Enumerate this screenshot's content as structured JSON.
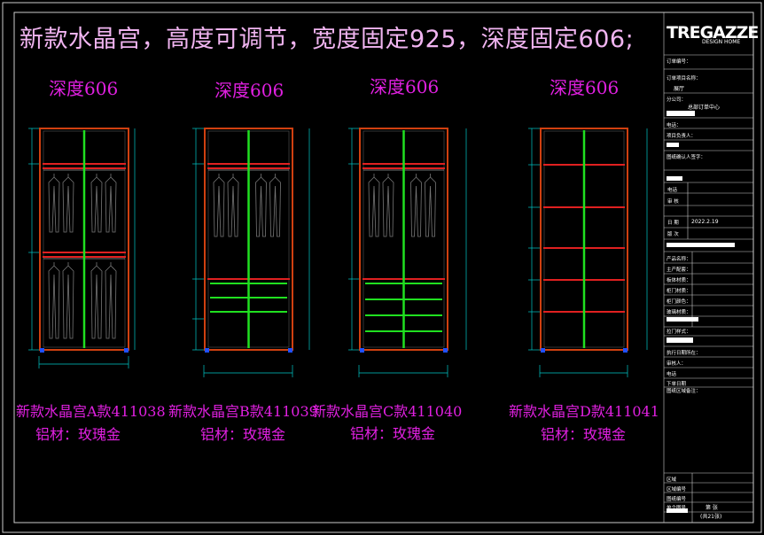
{
  "title": "新款水晶宫，高度可调节，宽度固定925，深度固定606;",
  "depth_labels": [
    "深度606",
    "深度606",
    "深度606",
    "深度606"
  ],
  "models": [
    {
      "name": "新款水晶宫A款411038",
      "material": "铝材：玫瑰金"
    },
    {
      "name": "新款水晶宫B款411039",
      "material": "铝材：玫瑰金"
    },
    {
      "name": "新款水晶宫C款411040",
      "material": "铝材：玫瑰金"
    },
    {
      "name": "新款水晶宫D款411041",
      "material": "铝材：玫瑰金"
    }
  ],
  "logo": {
    "brand": "TREGAZZE",
    "sub": "DESIGN HOME"
  },
  "title_block": {
    "order_no_label": "订单编号：",
    "project_label": "订单项目名称：",
    "project_value": "展厅",
    "company_label": "分公司：",
    "company_value": "总部订单中心",
    "phone_label": "电话：",
    "contact_label": "项目负责人：",
    "designer_label": "图纸确认人签字：",
    "tel_label": "电话",
    "review_label": "审 核",
    "date_label": "日 期",
    "date_value": "2022.2.19",
    "version_label": "版 次",
    "product_label": "产品名称：",
    "color_label": "主产配套：",
    "board_label": "板体材质：",
    "door_label": "柜门材质：",
    "door_color_label": "柜门颜色：",
    "glass_label": "玻璃材质：",
    "handle_label": "拉门样式：",
    "exec_label": "执行日期所在：",
    "reviewer_label": "审核人：",
    "tel2_label": "电话",
    "order_date_label": "下单日期",
    "remark_label": "图纸区域备注：",
    "area_label": "区域",
    "area_no_label": "区域编号",
    "pages_label": "图纸编号",
    "sheet_label": "单个图号",
    "sheet_value": "第 张",
    "total_value": "(共21张)"
  },
  "colors": {
    "frame": "#d04010",
    "shelf": "#e02020",
    "divider": "#20e020",
    "dim": "#00c8c8",
    "text": "#e020e0"
  }
}
